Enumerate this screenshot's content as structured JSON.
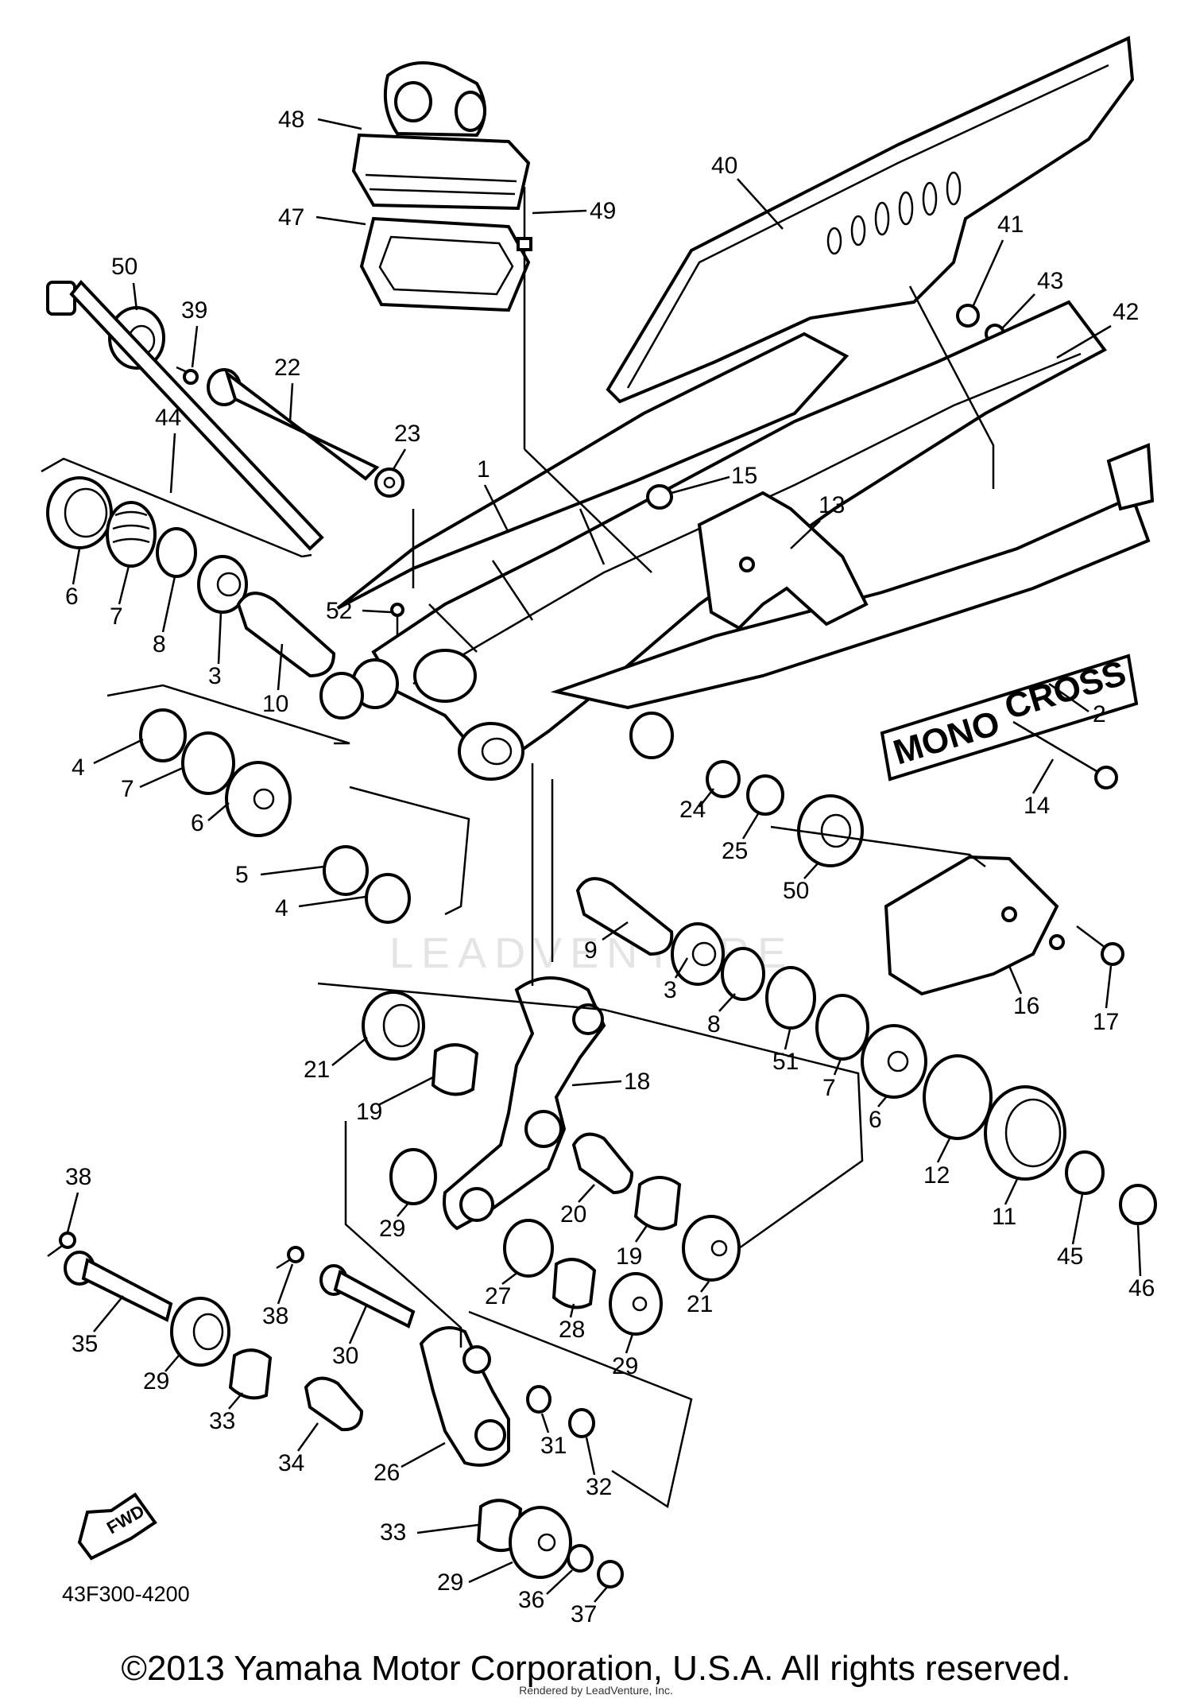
{
  "diagram": {
    "drawing_number": "43F300-4200",
    "copyright": "©2013 Yamaha Motor Corporation, U.S.A. All rights reserved.",
    "render_note": "Rendered by LeadVenture, Inc.",
    "watermark": "LEADVENTURE",
    "fwd_label": "FWD",
    "decal_text_1": "MONO",
    "decal_text_2": "CROSS",
    "callouts": [
      {
        "id": "48",
        "label": "48"
      },
      {
        "id": "40",
        "label": "40"
      },
      {
        "id": "49",
        "label": "49"
      },
      {
        "id": "47",
        "label": "47"
      },
      {
        "id": "50a",
        "label": "50"
      },
      {
        "id": "39",
        "label": "39"
      },
      {
        "id": "41",
        "label": "41"
      },
      {
        "id": "43",
        "label": "43"
      },
      {
        "id": "42",
        "label": "42"
      },
      {
        "id": "22",
        "label": "22"
      },
      {
        "id": "44",
        "label": "44"
      },
      {
        "id": "23",
        "label": "23"
      },
      {
        "id": "1",
        "label": "1"
      },
      {
        "id": "15",
        "label": "15"
      },
      {
        "id": "13",
        "label": "13"
      },
      {
        "id": "6a",
        "label": "6"
      },
      {
        "id": "7a",
        "label": "7"
      },
      {
        "id": "8a",
        "label": "8"
      },
      {
        "id": "3a",
        "label": "3"
      },
      {
        "id": "10",
        "label": "10"
      },
      {
        "id": "52",
        "label": "52"
      },
      {
        "id": "2",
        "label": "2"
      },
      {
        "id": "4a",
        "label": "4"
      },
      {
        "id": "7b",
        "label": "7"
      },
      {
        "id": "6b",
        "label": "6"
      },
      {
        "id": "24",
        "label": "24"
      },
      {
        "id": "25",
        "label": "25"
      },
      {
        "id": "50b",
        "label": "50"
      },
      {
        "id": "14",
        "label": "14"
      },
      {
        "id": "5",
        "label": "5"
      },
      {
        "id": "4b",
        "label": "4"
      },
      {
        "id": "9",
        "label": "9"
      },
      {
        "id": "3b",
        "label": "3"
      },
      {
        "id": "8b",
        "label": "8"
      },
      {
        "id": "16",
        "label": "16"
      },
      {
        "id": "17",
        "label": "17"
      },
      {
        "id": "21a",
        "label": "21"
      },
      {
        "id": "18",
        "label": "18"
      },
      {
        "id": "51",
        "label": "51"
      },
      {
        "id": "7c",
        "label": "7"
      },
      {
        "id": "6c",
        "label": "6"
      },
      {
        "id": "19a",
        "label": "19"
      },
      {
        "id": "12",
        "label": "12"
      },
      {
        "id": "11",
        "label": "11"
      },
      {
        "id": "45",
        "label": "45"
      },
      {
        "id": "46",
        "label": "46"
      },
      {
        "id": "38a",
        "label": "38"
      },
      {
        "id": "29a",
        "label": "29"
      },
      {
        "id": "20",
        "label": "20"
      },
      {
        "id": "19b",
        "label": "19"
      },
      {
        "id": "21b",
        "label": "21"
      },
      {
        "id": "35",
        "label": "35"
      },
      {
        "id": "38b",
        "label": "38"
      },
      {
        "id": "27",
        "label": "27"
      },
      {
        "id": "28",
        "label": "28"
      },
      {
        "id": "29b",
        "label": "29"
      },
      {
        "id": "30",
        "label": "30"
      },
      {
        "id": "29c",
        "label": "29"
      },
      {
        "id": "33a",
        "label": "33"
      },
      {
        "id": "34",
        "label": "34"
      },
      {
        "id": "26",
        "label": "26"
      },
      {
        "id": "31",
        "label": "31"
      },
      {
        "id": "32",
        "label": "32"
      },
      {
        "id": "33b",
        "label": "33"
      },
      {
        "id": "29d",
        "label": "29"
      },
      {
        "id": "36",
        "label": "36"
      },
      {
        "id": "37",
        "label": "37"
      }
    ]
  }
}
